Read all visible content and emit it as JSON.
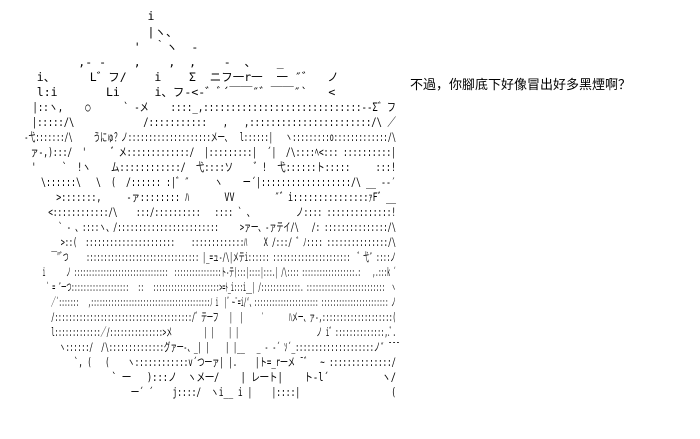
{
  "caption": "不過，你腳底下好像冒出好多黑煙啊？",
  "art_lines": [
    "                   i",
    "                   |ヽ、",
    "                 '  ｀ヽ  -",
    "         ,- -    ,    ,  ,    -  、   _",
    "   i、     L゛フ/    i    Σ  ニフ一r一  一 ″゛  ノ",
    "   l:i       Li     i、フ-<-゛ﾞ´￣￣″゛￣￣″`   <",
    "   |::ヽ,    ○      ` -メ    ::::_,:::::::::::::::::::::::::::::‐‐Σ゛フ",
    "   |:::::/\\             /:::::::::::   ,   ,:::::::::::::::::::::::/\\ ／",
    "  -弋:::::::/\\     うにゅ？ノ::::::::::::::::::::メ一、  l::::::|   ヽ:::::::::o:::::::::::::/\\",
    "   ァ-,):::/  '     ゛メ:::::::::::::/  |:::::::::|  ´|  /\\::::ﾍ<::: ::::::::::|",
    "   '     `  !ヽ    ム::::::::::::/  弋::::ソ    ゛!  弋::::::ト:::::     :::!",
    "     \\::::::\\   \\  (  /:::::: :|゛″     ヽ    ー´|::::::::::::::::::/\\ __ -‐′",
    "        >:::::::,     -ァ:::::::: ﾊ       VV        ″゛i:::::::::::::::ｧF゛__",
    "       <::::::::::::/\\    :::/::::::::::   :::: ` 、         ノ:::: ::::::::::::::!",
    "          ` ‐ 、::::ヽ、/::::::::::::::::::::::::     >ァ一、-ァテイ/\\   /: :::::::::::::::/\\",
    "           >::(  ::::::::::::::::::::::    :::::::::::::ﾊ    X /:::/ ゛ﾉ:::: :::::::::::::::/\\",
    "          ￣″ﾞつ     :::::::::::::::::::::::::::::::: |_=ュ-/\\|メテi:::::: ::::::::::::::::::::::  ゛弋″ ::::ノ",
    "         i       ノ ::::::::::::::::::::::::::::::::  ::::::::::::::::ト-テ(:::|::::|:::.| /\\:::: ::::::::::::::::::.:    ,.:::k ´",
    "          ` = ″一つ:::::::::::::::::::   ::   ::::::::::::::::::::::>=ﾄ_i:::i__| /:::::::::::::. ::::::::::::::::::::::::::  ヽ",
    "            ／´:::::::   ,:::::::::::::::::::::::::::::::::::::::::ﾉ i  |゛~¨=i/‘、:::::::::::::::::::::: ::::::::::::::::::::::: ノ",
    "          /:::::::::::::::::::::::::::::::::::::::/゛テ一フ   |  |     ′       ﾊメー、ァ-,::::::::::::::::::::(",
    "          l:::::::::::::／/:::::::::::::::>メ         | |    | |                      ノ i゛::::::::::::::,.ﾞ.",
    "           ヽ::::::/  /\\::::::::::::::グァ一-、_| |    | |__   _ - ‐´ ｿ´_::::::::::::::::::::ノ″ ̄ ̄ ̄",
    "             `, (   (    ヽ::::::::::::v´つ一ァ| |.    |ト=_r一メ ̄ ゛  ~ ::::::::::::::/",
    "                  ` 一   ):::ノ  ヽメ一/    | レ一ト|    ト-l´          ヽ/",
    "                        一´ ´    j::::/  ヽi__ i |    |::::|                   ("
  ]
}
